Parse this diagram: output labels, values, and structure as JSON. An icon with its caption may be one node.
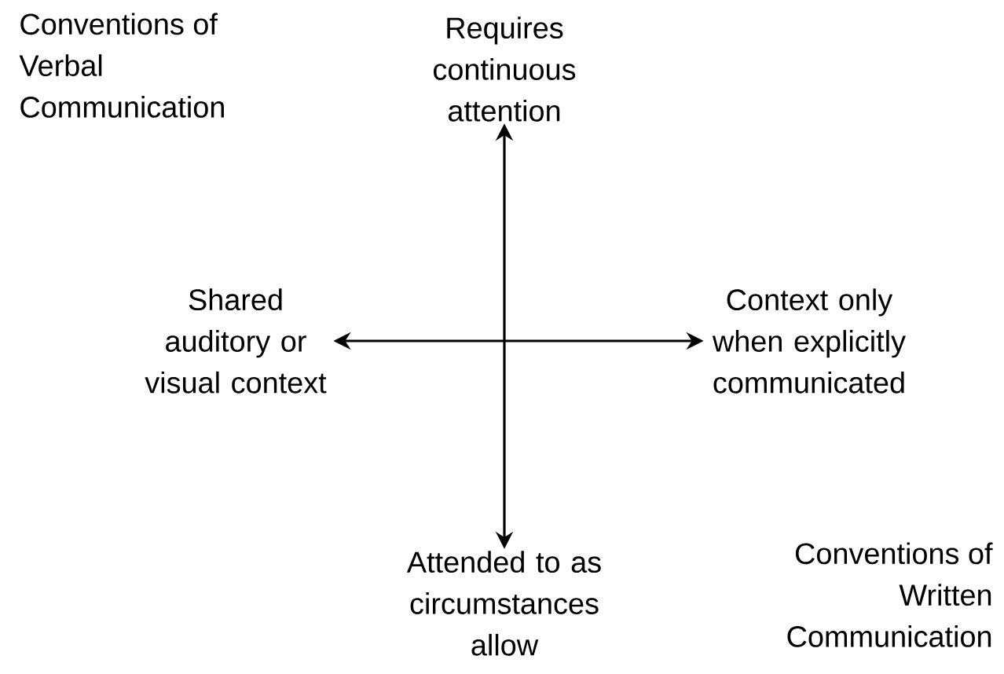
{
  "diagram": {
    "nodes": [
      {
        "text": [
          "Requires continuous attention"
        ]
      },
      {
        "text": [
          "Shared auditory or visual context"
        ]
      },
      {
        "text": [
          "Context only when explicitly communicated"
        ]
      },
      {
        "text": [
          "Attended to as circumstances allow"
        ]
      }
    ],
    "edges": [
      {
        "from": 0,
        "to": 3,
        "arrow": "both"
      },
      {
        "from": 1,
        "to": 2,
        "arrow": "both"
      }
    ],
    "labels": [
      "Conventions of Verbal Communication",
      "Conventions of Written Communication"
    ]
  }
}
